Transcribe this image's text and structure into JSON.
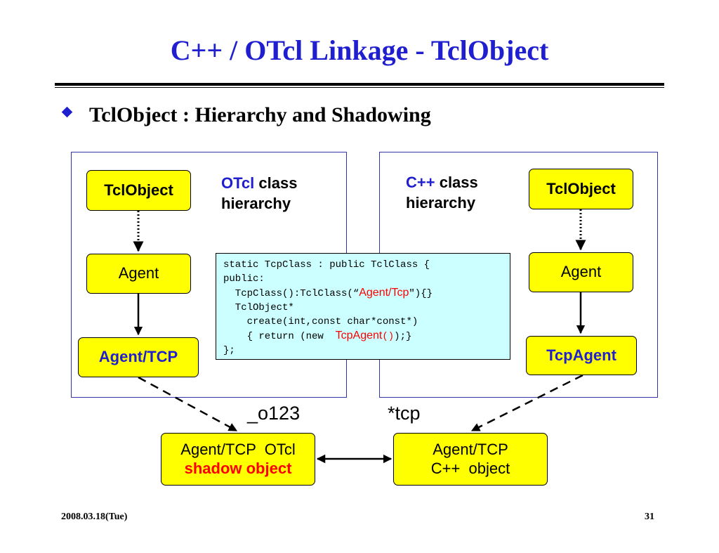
{
  "title": "C++ / OTcl  Linkage - TclObject",
  "bullet": {
    "text": "TclObject :  Hierarchy and Shadowing"
  },
  "otcl_panel": {
    "heading_colored": "OTcl",
    "heading_rest": " class",
    "heading_line2": "hierarchy",
    "nodes": [
      "TclObject",
      "Agent",
      "Agent/TCP"
    ]
  },
  "cpp_panel": {
    "heading_colored": "C++",
    "heading_rest": " class",
    "heading_line2": "hierarchy",
    "nodes": [
      "TclObject",
      "Agent",
      "TcpAgent"
    ]
  },
  "code": {
    "line1": "static TcpClass : public TclClass {",
    "line2": "public:",
    "line3_pre": "  TcpClass():TclClass(“",
    "line3_hl": "Agent/Tcp",
    "line3_post": "\"){}",
    "line4": "  TclObject*",
    "line5": "    create(int,const char*const*)",
    "line6_pre": "    { return (new  ",
    "line6_hl": "TcpAgent",
    "line6_hl2": "()",
    "line6_post": ");}",
    "line7": "};"
  },
  "handles": {
    "otcl": "_o123",
    "cpp": "*tcp"
  },
  "objects": {
    "otcl_line1": "Agent/TCP  OTcl",
    "otcl_line2": "shadow object",
    "cpp_line1": "Agent/TCP",
    "cpp_line2": "C++  object"
  },
  "footer": {
    "date": "2008.03.18(Tue)",
    "page": "31"
  },
  "colors": {
    "accent_blue": "#1f1fcf",
    "box_yellow": "#ffff00",
    "highlight_red": "#ff0000",
    "code_bg": "#ccffff"
  }
}
